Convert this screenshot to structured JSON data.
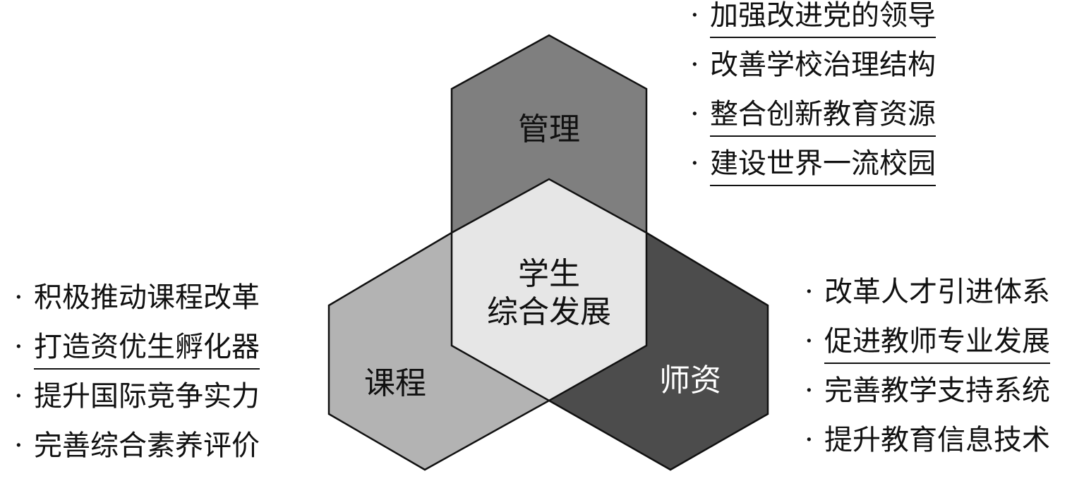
{
  "hexagons": {
    "management": {
      "label": "管理",
      "fill": "#7f7f7f"
    },
    "curriculum": {
      "label": "课程",
      "fill": "#b3b3b3"
    },
    "faculty": {
      "label": "师资",
      "fill": "#4c4c4c"
    },
    "center": {
      "line1": "学生",
      "line2": "综合发展",
      "fill": "#e6e6e6"
    }
  },
  "lists": {
    "bullet": "·",
    "management": [
      {
        "text": "加强改进党的领导",
        "underlined": true
      },
      {
        "text": "改善学校治理结构",
        "underlined": false
      },
      {
        "text": "整合创新教育资源",
        "underlined": true
      },
      {
        "text": "建设世界一流校园",
        "underlined": true
      }
    ],
    "curriculum": [
      {
        "text": "积极推动课程改革",
        "underlined": false
      },
      {
        "text": "打造资优生孵化器",
        "underlined": true
      },
      {
        "text": "提升国际竞争实力",
        "underlined": false
      },
      {
        "text": "完善综合素养评价",
        "underlined": false
      }
    ],
    "faculty": [
      {
        "text": "改革人才引进体系",
        "underlined": false
      },
      {
        "text": "促进教师专业发展",
        "underlined": true
      },
      {
        "text": "完善教学支持系统",
        "underlined": false
      },
      {
        "text": "提升教育信息技术",
        "underlined": false
      }
    ]
  }
}
